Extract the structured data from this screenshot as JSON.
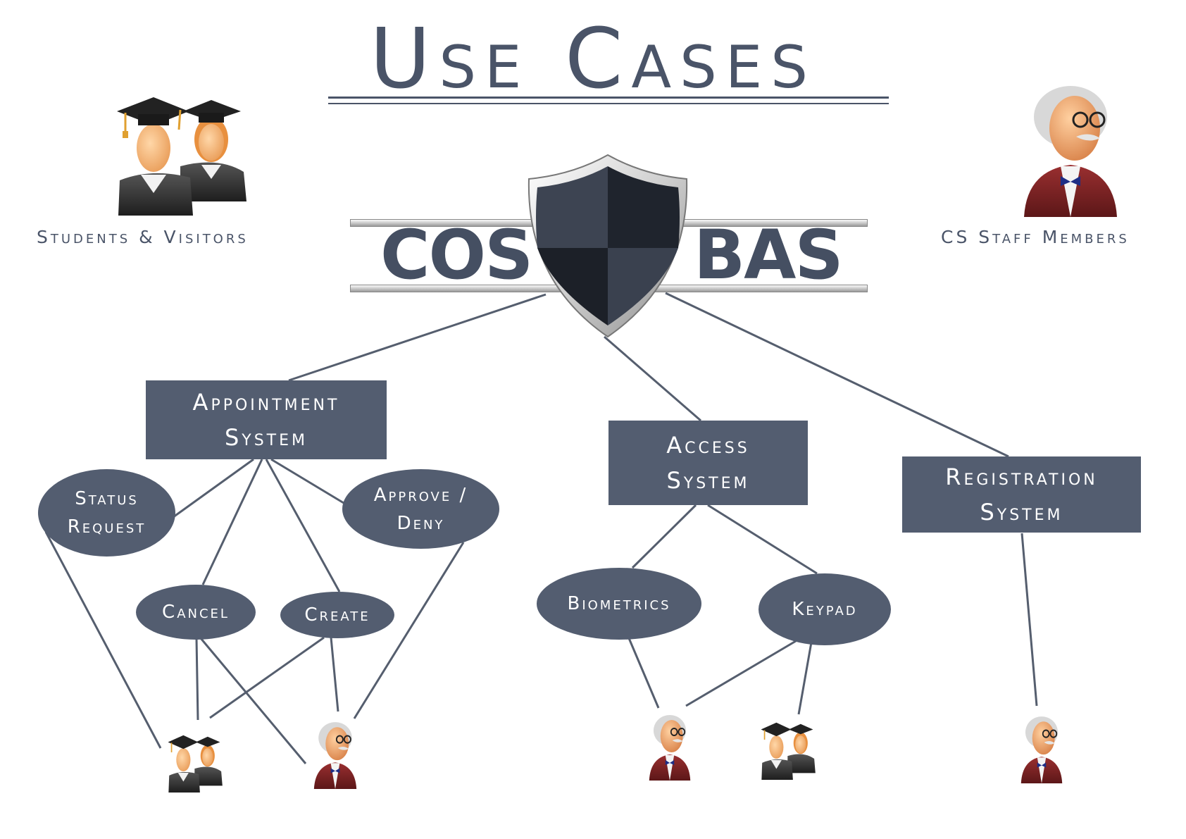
{
  "title": "Use Cases",
  "actors": {
    "students_label": "Students & Visitors",
    "staff_label": "CS Staff Members"
  },
  "logo": {
    "left_word": "COS",
    "right_word": "BAS"
  },
  "systems": {
    "appointment": {
      "line1": "Appointment",
      "line2": "System"
    },
    "access": {
      "line1": "Access",
      "line2": "System"
    },
    "registration": {
      "line1": "Registration",
      "line2": "System"
    }
  },
  "use_cases": {
    "status_request": {
      "line1": "Status",
      "line2": "Request"
    },
    "approve_deny": {
      "line1": "Approve /",
      "line2": "Deny"
    },
    "cancel": {
      "line1": "Cancel"
    },
    "create": {
      "line1": "Create"
    },
    "biometrics": {
      "line1": "Biometrics"
    },
    "keypad": {
      "line1": "Keypad"
    }
  },
  "colors": {
    "node_fill": "#535d70",
    "text_dark": "#4a5468",
    "line": "#555e6e",
    "gown": "#3a3a3a",
    "jacket": "#7b2426",
    "skin": "#f2b07a"
  },
  "icons": {
    "students": "graduates-icon",
    "staff": "professor-icon",
    "logo": "shield-icon"
  }
}
